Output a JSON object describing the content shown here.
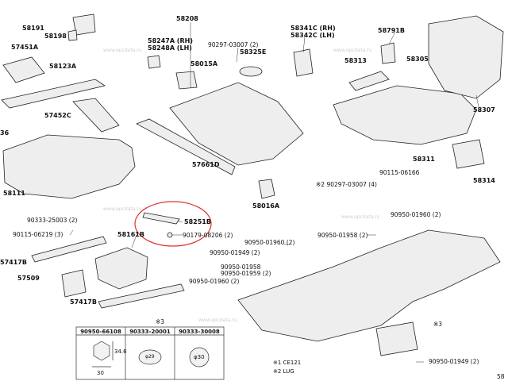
{
  "watermark": "www.epcdata.ru",
  "callouts": {
    "p58191": "58191",
    "p58198": "58198",
    "p57451A": "57451A",
    "p58123A": "58123A",
    "p57452C": "57452C",
    "p36": "36",
    "p58111": "58111",
    "p90333_25003": "90333-25003 (2)",
    "p90115_06219": "90115-06219 (3)",
    "p57417B_a": "57417B",
    "p57509": "57509",
    "p57417B_b": "57417B",
    "p58161B": "58161B",
    "p58208": "58208",
    "p58247A": "58247A (RH)",
    "p58248A": "58248A (LH)",
    "p58015A": "58015A",
    "p90297_a": "90297-03007 (2)",
    "p58325E": "58325E",
    "p57661D": "57661D",
    "p58016A": "58016A",
    "p58341C": "58341C (RH)",
    "p58342C": "58342C (LH)",
    "p58791B": "58791B",
    "p58313": "58313",
    "p58305": "58305",
    "p58307": "58307",
    "p58311": "58311",
    "p58314": "58314",
    "p90115_06166": "90115-06166",
    "p90297_b": "※2 90297-03007 (4)",
    "p58251B": "58251B",
    "p90179": "90179-08206 (2)",
    "p90950_01960a": "90950-01960 (2)",
    "p90950_01958a": "90950-01958 (2)",
    "p90950_01960b": "90950-01960 (2)",
    "p90950_01949a": "90950-01949 (2)",
    "p90950_01958b": "90950-01958",
    "p90950_01959": "90950-01959 (2)",
    "p90950_01960c": "90950-01960 (2)",
    "p90950_01949b": "90950-01949 (2)",
    "mark3a": "※3",
    "mark3b": "※3",
    "corner_num": "58"
  },
  "legend": {
    "line1": "※1 CE121",
    "line2": "※2 LUG"
  },
  "table": {
    "col1": "90950-66108",
    "col2": "90333-20001",
    "col3": "90333-30008",
    "dim_h": "34.6",
    "dim_w": "30",
    "d1": "φ29",
    "d2": "φ30"
  }
}
